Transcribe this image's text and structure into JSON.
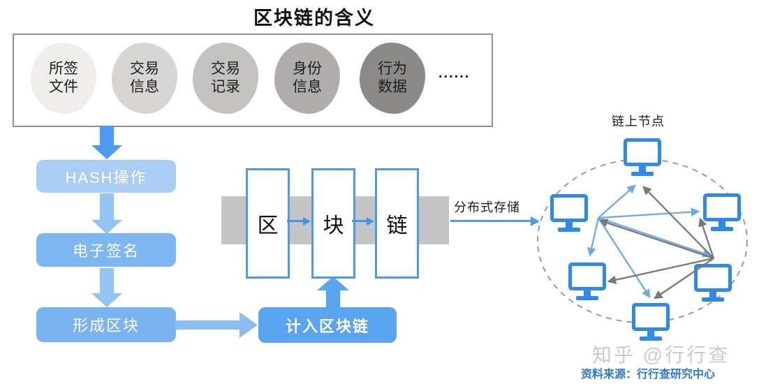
{
  "title": "区块链的含义",
  "data_box": {
    "items": [
      {
        "label": "所签文件",
        "line1": "所签",
        "line2": "文件",
        "color": "#efeeec"
      },
      {
        "label": "交易信息",
        "line1": "交易",
        "line2": "信息",
        "color": "#d7d6d4"
      },
      {
        "label": "交易记录",
        "line1": "交易",
        "line2": "记录",
        "color": "#c3c2c0"
      },
      {
        "label": "身份信息",
        "line1": "身份",
        "line2": "信息",
        "color": "#aeadab"
      },
      {
        "label": "行为数据",
        "line1": "行为",
        "line2": "数据",
        "color": "#8b8a88"
      }
    ],
    "ellipsis": "......"
  },
  "flow": {
    "steps": [
      {
        "label": "HASH操作",
        "color": "#a9cdf4"
      },
      {
        "label": "电子签名",
        "color": "#7db7f1"
      },
      {
        "label": "形成区块",
        "color": "#79b4f1"
      },
      {
        "label": "计入区块链",
        "color": "#58a4f1"
      }
    ],
    "arrow_color_strong": "#4b9bf5",
    "arrow_color_light": "#93c3f3"
  },
  "chain": {
    "blocks": [
      "区",
      "块",
      "链"
    ],
    "bar_color": "#c5c5c5",
    "block_border_color": "#4d9ae8",
    "arrow_color": "#3e96ea"
  },
  "distributed_label": "分布式存储",
  "network": {
    "title": "链上节点",
    "node_count": 6,
    "node_color": "#2e8ae9",
    "blue_arrow_color": "#6aabe9",
    "gray_arrow_color": "#787878",
    "dashed_ring_color": "#9a9a9a"
  },
  "footer": {
    "watermark": "知乎 @行行查",
    "watermark_color": "#cbcbcb",
    "source": "资料来源：行行查研究中心",
    "source_color": "#2a7bd5"
  }
}
